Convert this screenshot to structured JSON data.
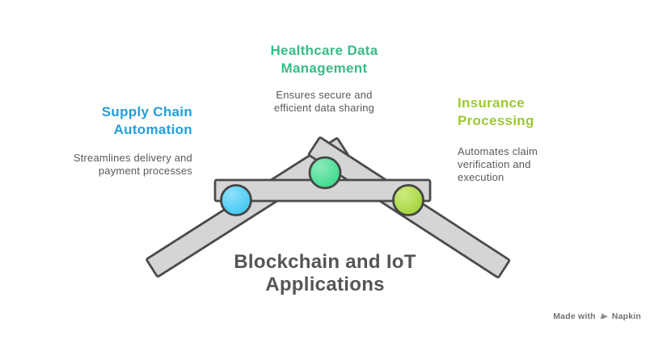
{
  "canvas": {
    "background": "#ffffff"
  },
  "title": {
    "lines": [
      "Blockchain and IoT",
      "Applications"
    ],
    "color": "#555555"
  },
  "desc_color": "#595959",
  "branches": [
    {
      "id": "supply-chain-automation",
      "heading_lines": [
        "Supply Chain",
        "Automation"
      ],
      "heading_color": "#239FD8",
      "desc_lines": [
        "Streamlines delivery and",
        "payment processes"
      ],
      "node_color": {
        "light": "#8EE1FA",
        "main": "#3BC6F3"
      }
    },
    {
      "id": "healthcare-data-management",
      "heading_lines": [
        "Healthcare Data",
        "Management"
      ],
      "heading_color": "#36BD87",
      "desc_lines": [
        "Ensures secure and",
        "efficient data sharing"
      ],
      "node_color": {
        "light": "#8BEBBA",
        "main": "#38D98A"
      }
    },
    {
      "id": "insurance-processing",
      "heading_lines": [
        "Insurance",
        "Processing"
      ],
      "heading_color": "#9EC92E",
      "desc_lines": [
        "Automates claim",
        "verification and",
        "execution"
      ],
      "node_color": {
        "light": "#CDEB80",
        "main": "#9ED133"
      }
    }
  ],
  "graphic": {
    "bar_fill": "#d5d5d5",
    "bar_stroke": "#4b4b4b",
    "node_stroke": "#454545"
  },
  "watermark": {
    "made_with": "Made with",
    "brand": "Napkin",
    "color": "#707070"
  }
}
